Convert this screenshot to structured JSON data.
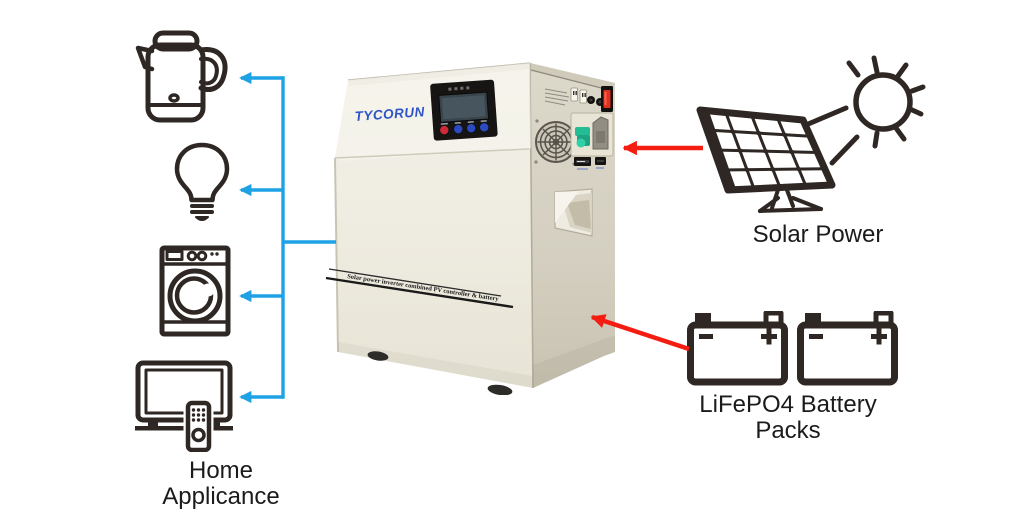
{
  "labels": {
    "home_appliance": "Home Applicance",
    "solar_power": "Solar Power",
    "battery_packs": "LiFePO4 Battery Packs"
  },
  "inverter": {
    "brand": "TYCORUN",
    "front_label": "Solar power inverter combined PV controller & battery"
  },
  "icons": {
    "appliances": [
      "kettle-icon",
      "light-bulb-icon",
      "washing-machine-icon",
      "tv-remote-icon"
    ],
    "energy_sources": [
      "solar-panel-icon",
      "sun-icon",
      "battery-icon",
      "battery-icon"
    ],
    "battery_count": 2
  },
  "connections": {
    "blue_branches": [
      "kettle",
      "light-bulb",
      "washing-machine",
      "tv"
    ],
    "red_arrows": [
      "solar-panel-to-inverter",
      "battery-to-inverter"
    ]
  },
  "colors": {
    "connector_blue": "#1fa2e5",
    "arrow_red": "#f51d12",
    "icon_stroke": "#2e2723",
    "brand_blue": "#2f54c8",
    "inverter_front": "#efece1",
    "inverter_side": "#d5d0c1"
  }
}
